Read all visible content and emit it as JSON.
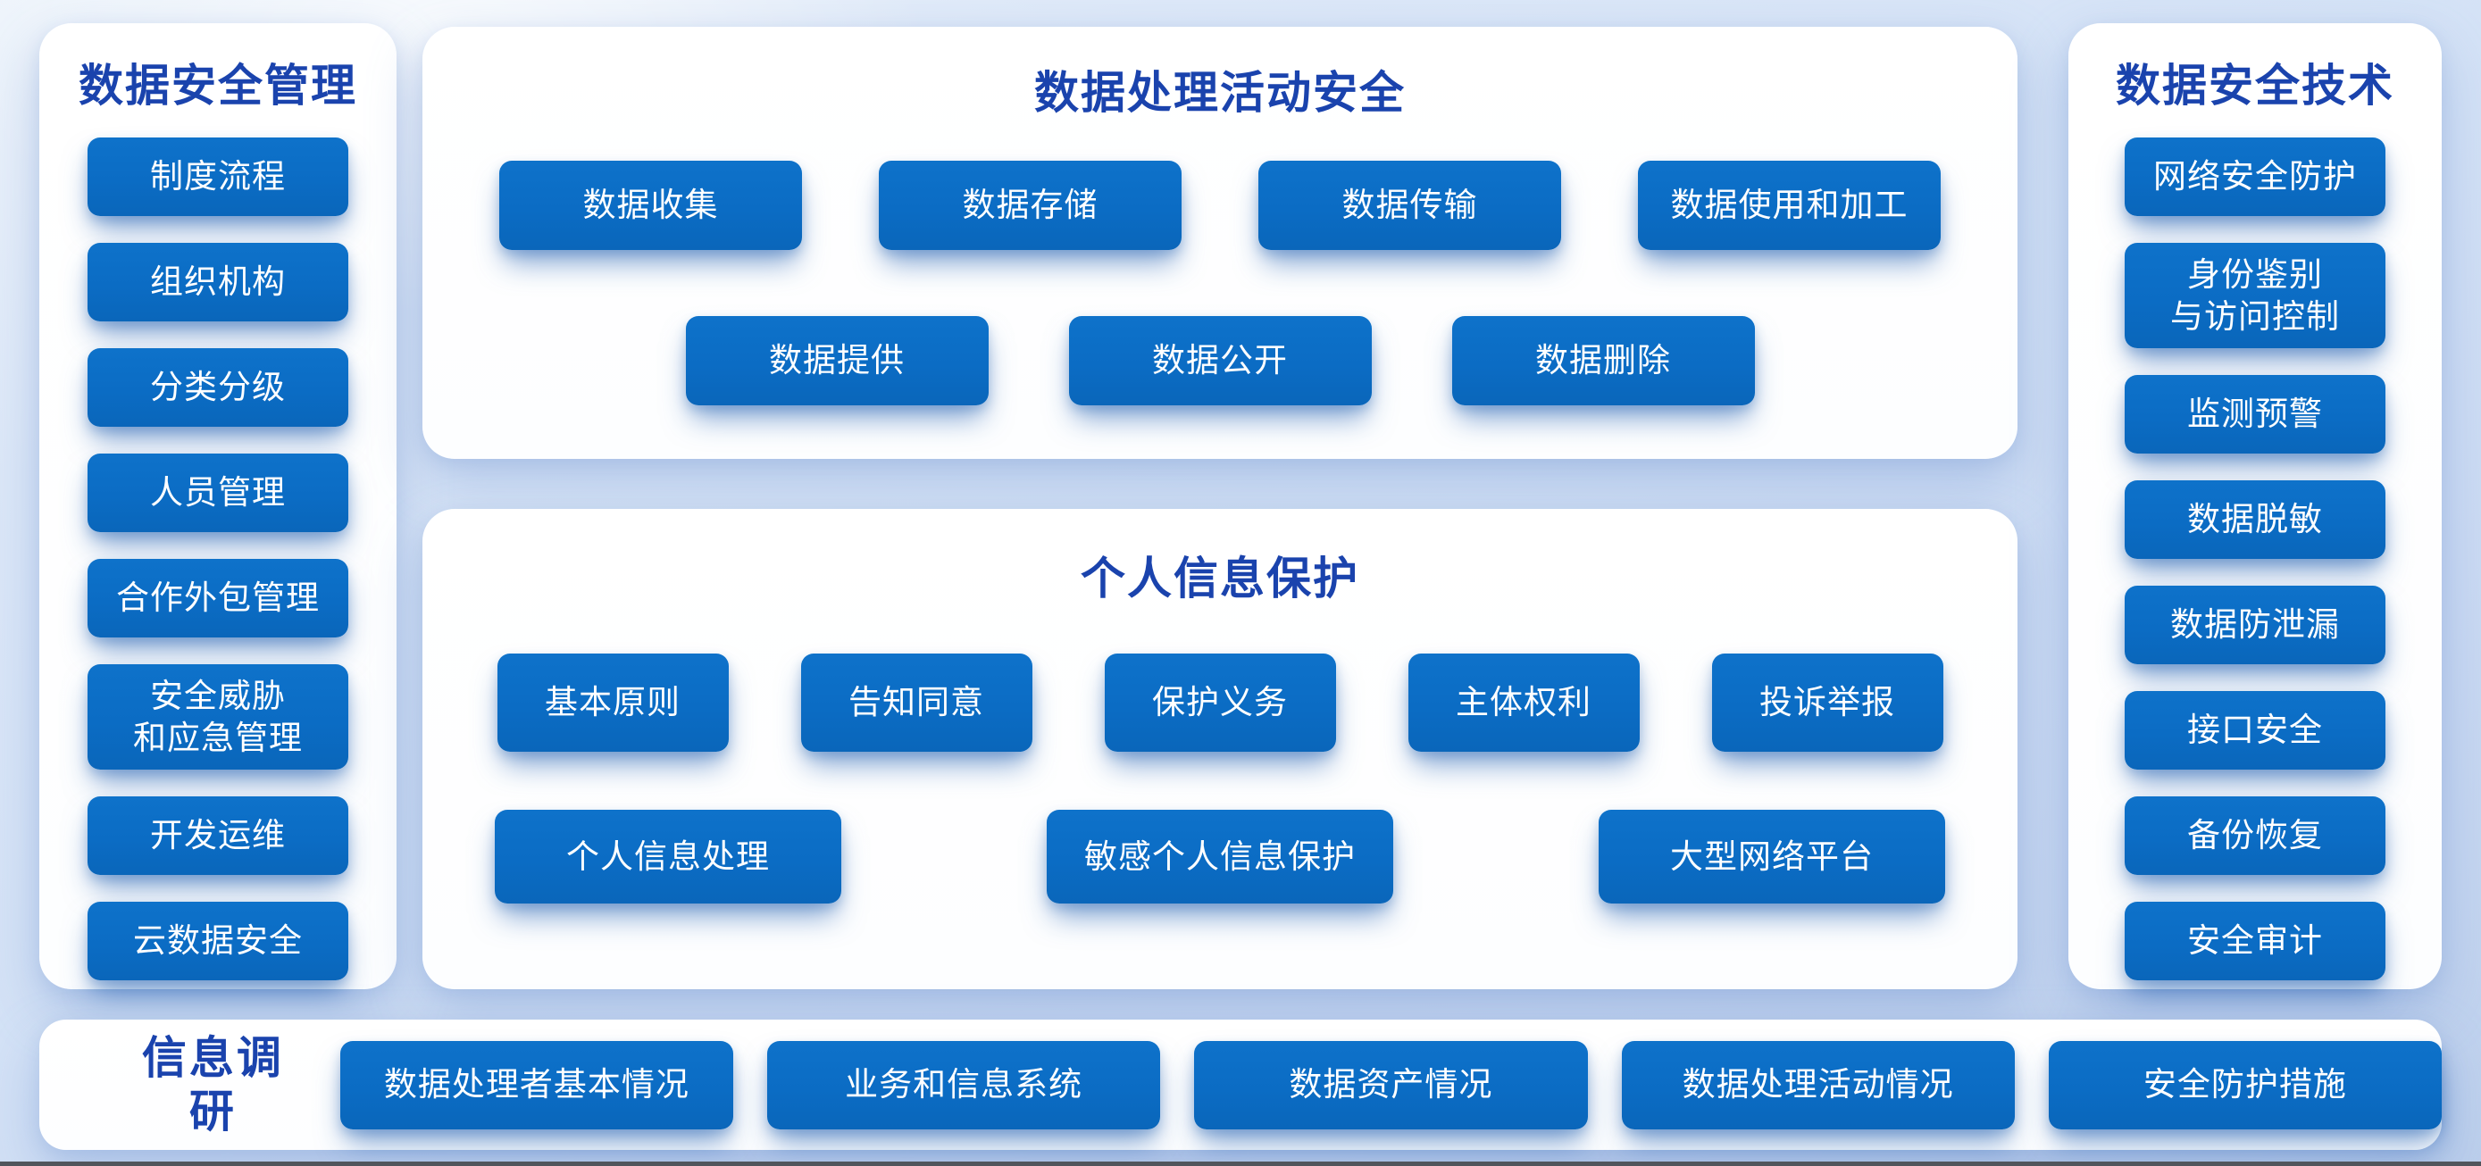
{
  "colors": {
    "title-blue": "#1a43ad",
    "chip-blue": "#0b6cc4",
    "chip-text": "#ffffff",
    "panel-bg": "#ffffff",
    "page-bg-top": "#eef4fb",
    "page-bg-bottom": "#bccfec",
    "bottom-line": "#51555c"
  },
  "left": {
    "title": "数据安全管理",
    "items": [
      "制度流程",
      "组织机构",
      "分类分级",
      "人员管理",
      "合作外包管理",
      "安全威胁\n和应急管理",
      "开发运维",
      "云数据安全"
    ]
  },
  "process": {
    "title": "数据处理活动安全",
    "row1": [
      "数据收集",
      "数据存储",
      "数据传输",
      "数据使用和加工"
    ],
    "row2": [
      "数据提供",
      "数据公开",
      "数据删除"
    ]
  },
  "personal": {
    "title": "个人信息保护",
    "row1": [
      "基本原则",
      "告知同意",
      "保护义务",
      "主体权利",
      "投诉举报"
    ],
    "row2": [
      "个人信息处理",
      "敏感个人信息保护",
      "大型网络平台"
    ]
  },
  "tech": {
    "title": "数据安全技术",
    "items": [
      "网络安全防护",
      "身份鉴别\n与访问控制",
      "监测预警",
      "数据脱敏",
      "数据防泄漏",
      "接口安全",
      "备份恢复",
      "安全审计"
    ]
  },
  "survey": {
    "title": "信息调研",
    "items": [
      "数据处理者基本情况",
      "业务和信息系统",
      "数据资产情况",
      "数据处理活动情况",
      "安全防护措施"
    ]
  }
}
